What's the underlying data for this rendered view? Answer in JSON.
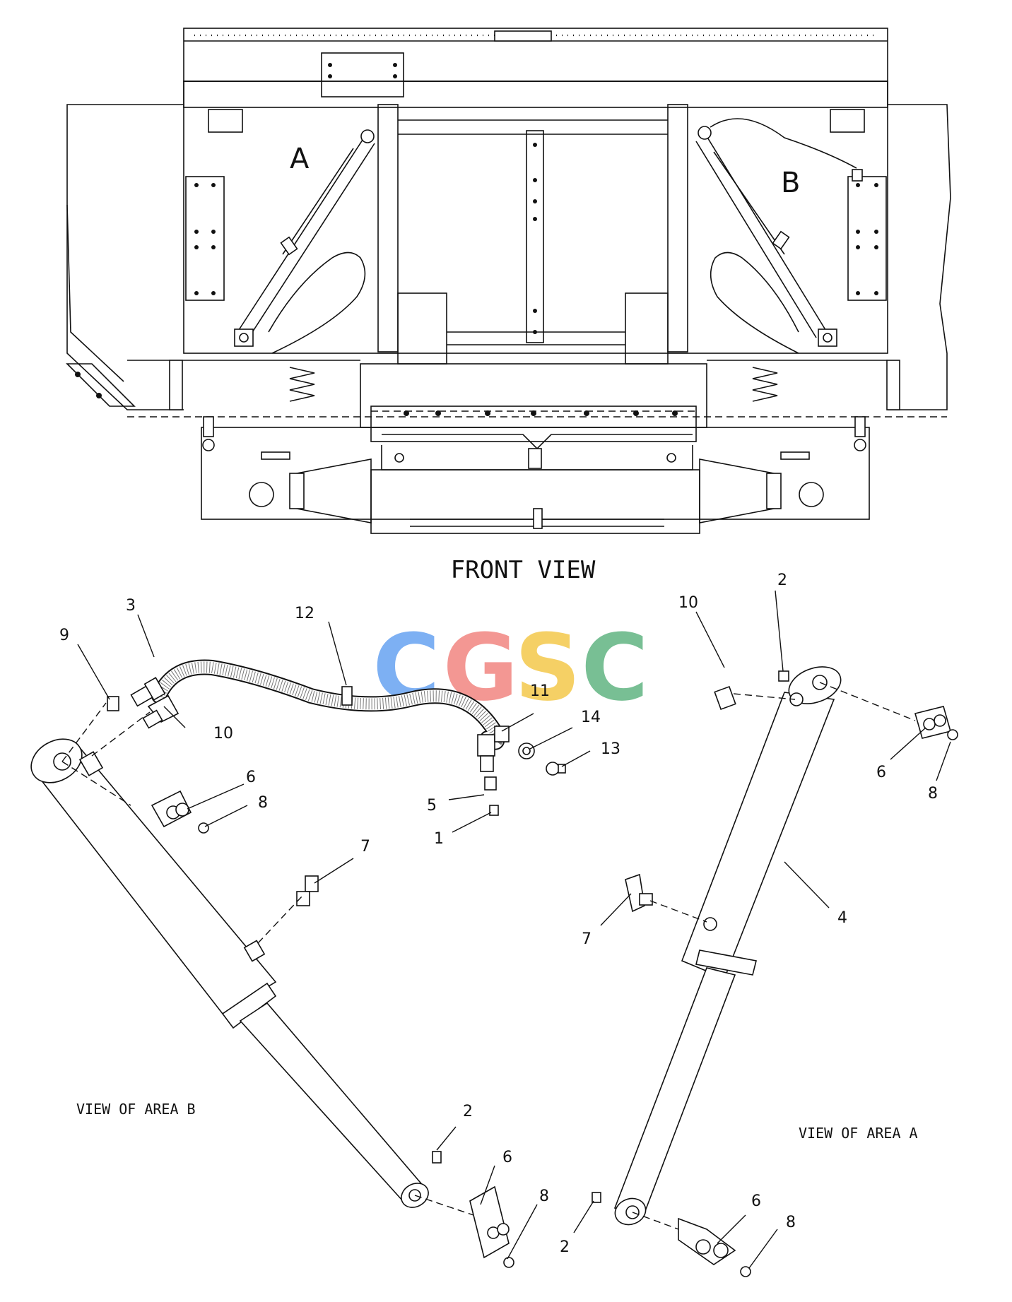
{
  "labels": {
    "front_view": "FRONT VIEW",
    "view_area_b": "VIEW OF AREA B",
    "view_area_a": "VIEW OF AREA A",
    "area_a": "A",
    "area_b": "B"
  },
  "watermark": {
    "letters": [
      "C",
      "G",
      "S",
      "C"
    ],
    "colors": [
      "#6fa8f2",
      "#f28c88",
      "#f5cc55",
      "#6ab989"
    ]
  },
  "callouts": {
    "c1": "1",
    "c2a": "2",
    "c2b": "2",
    "c2c": "2",
    "c3": "3",
    "c4": "4",
    "c5": "5",
    "c6a": "6",
    "c6b": "6",
    "c6c": "6",
    "c6d": "6",
    "c7a": "7",
    "c7b": "7",
    "c8a": "8",
    "c8b": "8",
    "c8c": "8",
    "c8d": "8",
    "c9": "9",
    "c10a": "10",
    "c10b": "10",
    "c11": "11",
    "c12": "12",
    "c13": "13",
    "c14": "14"
  }
}
